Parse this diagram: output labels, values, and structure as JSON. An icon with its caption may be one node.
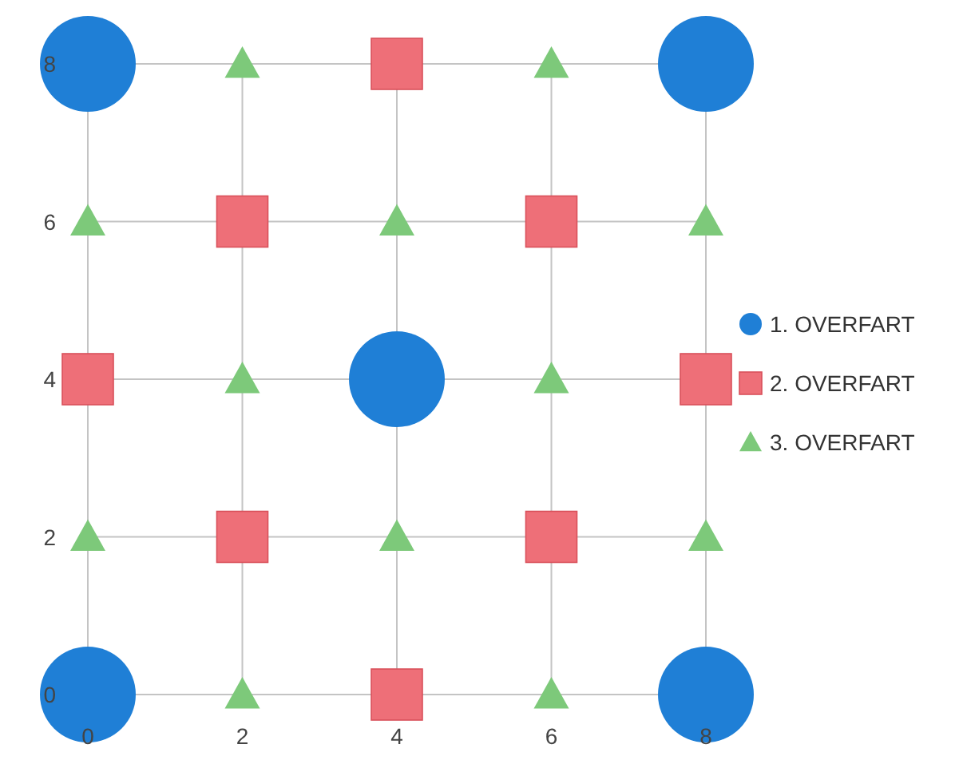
{
  "diagram": {
    "chart_data": {
      "type": "scatter",
      "grid": true,
      "legend": "right",
      "xlim": [
        0,
        8
      ],
      "ylim": [
        0,
        8
      ],
      "xticks": [
        0,
        2,
        4,
        6,
        8
      ],
      "yticks": [
        0,
        2,
        4,
        6,
        8
      ],
      "series": [
        {
          "name": "1. OVERFART",
          "color": "#1f7fd6",
          "marker": "circle",
          "x": [
            0,
            8,
            4,
            0,
            8
          ],
          "values": [
            8,
            8,
            4,
            0,
            0
          ]
        },
        {
          "name": "2. OVERFART",
          "color": "#ee6f78",
          "marker": "square",
          "x": [
            4,
            2,
            6,
            0,
            8,
            2,
            6,
            4
          ],
          "values": [
            8,
            6,
            6,
            4,
            4,
            2,
            2,
            0
          ]
        },
        {
          "name": "3. OVERFART",
          "color": "#7dc97a",
          "marker": "triangle",
          "x": [
            2,
            6,
            0,
            4,
            8,
            2,
            6,
            0,
            4,
            8,
            2,
            6
          ],
          "values": [
            8,
            8,
            6,
            6,
            6,
            4,
            4,
            2,
            2,
            2,
            0,
            0
          ]
        }
      ]
    }
  }
}
